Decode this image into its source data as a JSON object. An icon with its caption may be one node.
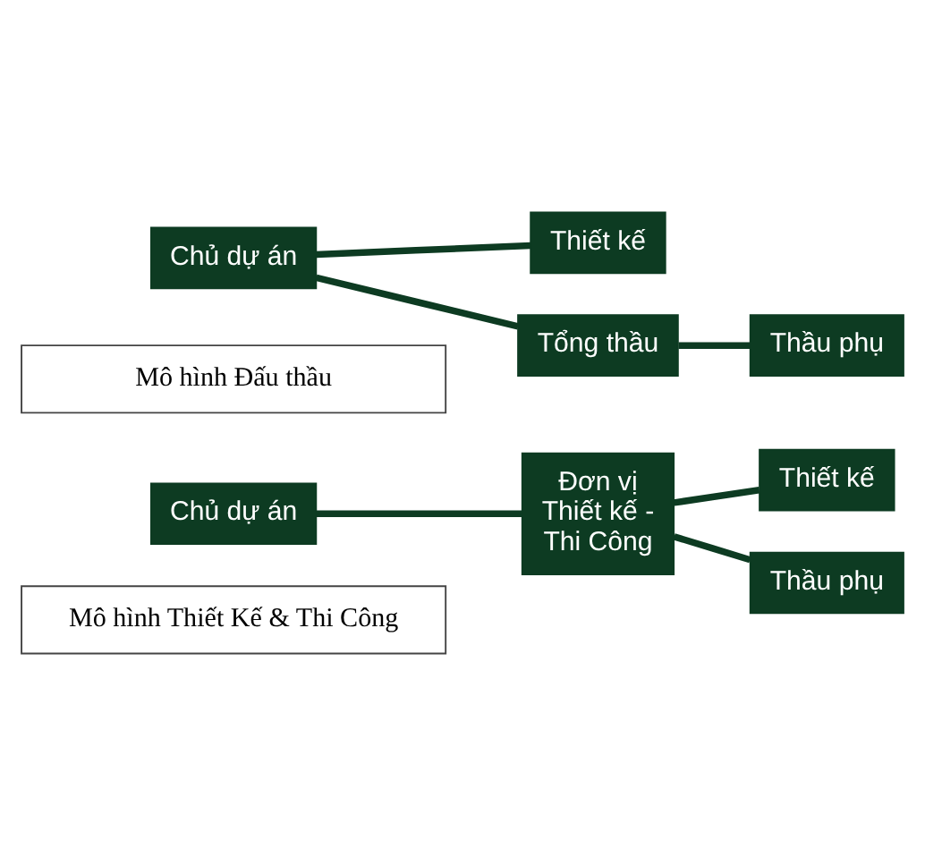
{
  "diagram": {
    "nodes": [
      {
        "text": [
          "Mô hình Thiết Kế & Thi Công"
        ]
      },
      {
        "text": [
          "Chủ dự án"
        ]
      },
      {
        "text": [
          "Đơn vị Thiết kế - Thi Công"
        ]
      },
      {
        "text": [
          "Thiết kế"
        ]
      },
      {
        "text": [
          "Thầu phụ"
        ]
      },
      {
        "text": [
          "Mô hình Đấu thầu"
        ]
      },
      {
        "text": [
          "Chủ dự án"
        ]
      },
      {
        "text": [
          "Thiết kế"
        ]
      },
      {
        "text": [
          "Tổng thầu"
        ]
      },
      {
        "text": [
          "Thầu phụ"
        ]
      }
    ],
    "edges": [
      {
        "from": 1,
        "to": 2,
        "arrow": "none"
      },
      {
        "from": 2,
        "to": 3,
        "arrow": "none"
      },
      {
        "from": 2,
        "to": 4,
        "arrow": "none"
      },
      {
        "from": 6,
        "to": 7,
        "arrow": "none"
      },
      {
        "from": 6,
        "to": 8,
        "arrow": "none"
      },
      {
        "from": 8,
        "to": 9,
        "arrow": "none"
      }
    ]
  }
}
